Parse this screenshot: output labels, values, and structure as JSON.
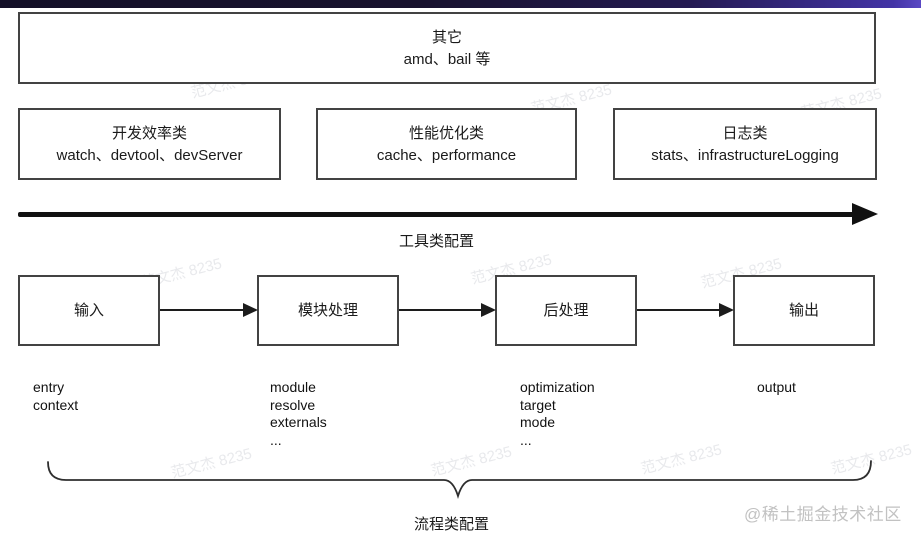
{
  "page": {
    "user_watermark_text": "范文杰 8235",
    "site_watermark_text": "@稀土掘金技术社区"
  },
  "tool_section": {
    "other_box": {
      "title": "其它",
      "subtitle": "amd、bail 等"
    },
    "category_boxes": [
      {
        "title": "开发效率类",
        "subtitle": "watch、devtool、devServer"
      },
      {
        "title": "性能优化类",
        "subtitle": "cache、performance"
      },
      {
        "title": "日志类",
        "subtitle": "stats、infrastructureLogging"
      }
    ],
    "axis_label": "工具类配置"
  },
  "flow_section": {
    "stages": [
      {
        "label": "输入",
        "props": [
          "entry",
          "context"
        ]
      },
      {
        "label": "模块处理",
        "props": [
          "module",
          "resolve",
          "externals",
          "..."
        ]
      },
      {
        "label": "后处理",
        "props": [
          "optimization",
          "target",
          "mode",
          "..."
        ]
      },
      {
        "label": "输出",
        "props": [
          "output"
        ]
      }
    ],
    "brace_label": "流程类配置"
  }
}
